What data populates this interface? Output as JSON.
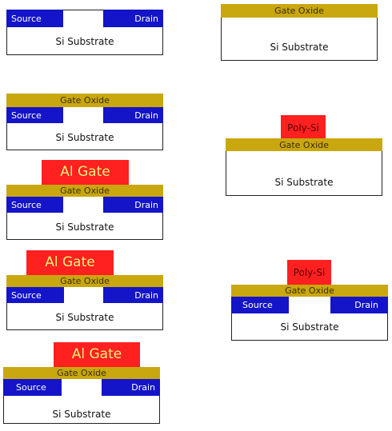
{
  "labels": {
    "substrate": "Si Substrate",
    "source": "Source",
    "drain": "Drain",
    "oxide": "Gate Oxide",
    "al_gate": "Al Gate",
    "poly_gate": "Poly-Si"
  },
  "colors": {
    "doped_region": "#1414c8",
    "gate_oxide": "#c9a70e",
    "gate_metal": "#ff2020",
    "substrate": "#ffffff"
  }
}
